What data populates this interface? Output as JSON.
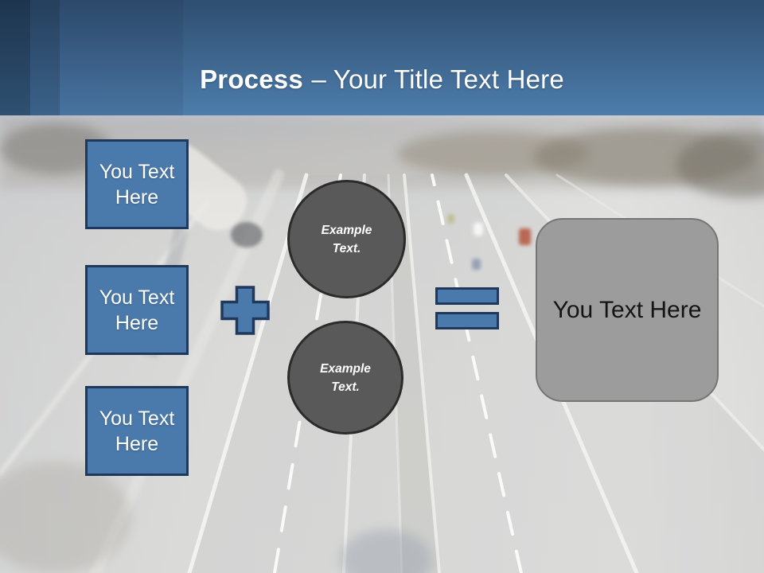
{
  "slide": {
    "header": {
      "title_bold": "Process",
      "title_rest": "– Your Title Text Here"
    },
    "input_boxes": [
      {
        "label": "You Text Here"
      },
      {
        "label": "You Text Here"
      },
      {
        "label": "You Text Here"
      }
    ],
    "circles": [
      {
        "label": "Example Text."
      },
      {
        "label": "Example Text."
      }
    ],
    "result_box": {
      "label": "You Text Here"
    },
    "colors": {
      "accent_blue": "#4A79AB",
      "accent_blue_border": "#20385C",
      "circle_gray": "#595959",
      "circle_border": "#2B2B2B",
      "result_gray": "#9C9C9C",
      "result_border": "#757575",
      "header_top": "#2F4E70",
      "header_bottom": "#4D7DAB",
      "title_color": "#FFFFFF"
    }
  }
}
